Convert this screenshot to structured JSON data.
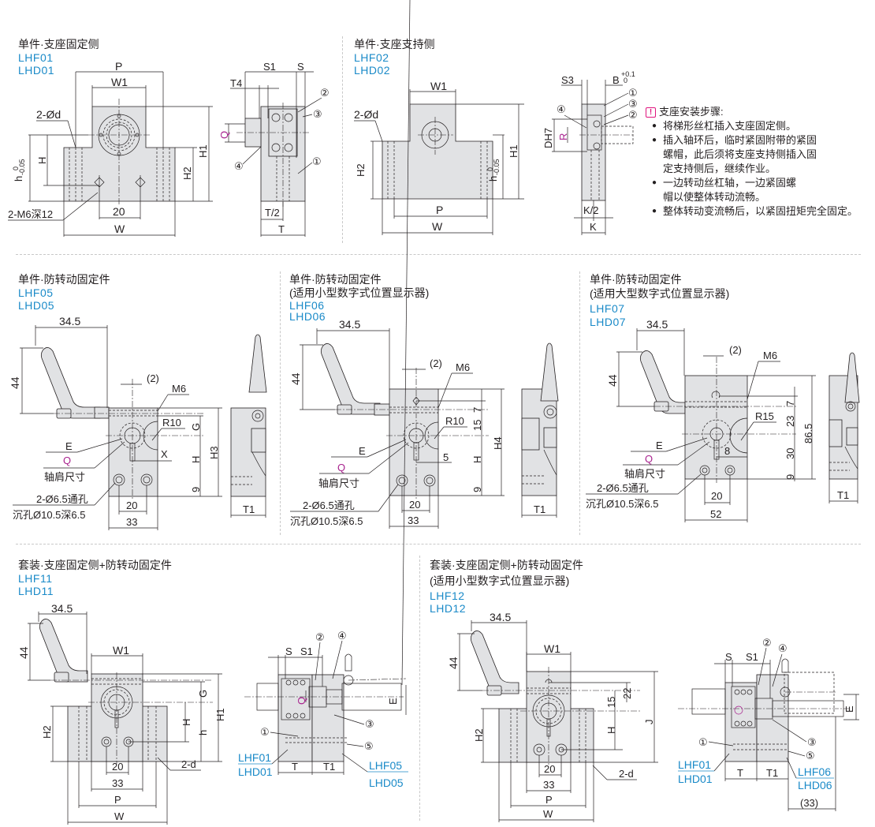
{
  "panels": {
    "lhf01": {
      "title": "单件·支座固定侧",
      "codes": [
        "LHF01",
        "LHD01"
      ],
      "labels": {
        "P": "P",
        "W1": "W1",
        "d": "2-Ød",
        "h": "h",
        "h_tol_upper": "0",
        "h_tol_lower": "-0.05",
        "H": "H",
        "H1": "H1",
        "H2": "H2",
        "tap": "2-M6深12",
        "pitch": "20",
        "W": "W",
        "S1": "S1",
        "S": "S",
        "T4": "T4",
        "Q": "Q",
        "T_half": "T/2",
        "T": "T",
        "parts": [
          "①",
          "②",
          "③",
          "④"
        ]
      }
    },
    "lhf02": {
      "title": "单件·支座支持侧",
      "codes": [
        "LHF02",
        "LHD02"
      ],
      "labels": {
        "W1": "W1",
        "d": "2-Ød",
        "H2": "H2",
        "h": "h",
        "h_tol_upper": "0",
        "h_tol_lower": "-0.05",
        "H1": "H1",
        "P": "P",
        "W": "W",
        "S3": "S3",
        "B": "B",
        "B_tol_upper": "+0.1",
        "B_tol_lower": "0",
        "D": "DH7",
        "R": "R",
        "K_half": "K/2",
        "K": "K",
        "parts": [
          "①",
          "③",
          "②",
          "④"
        ]
      }
    },
    "notes": {
      "heading": "支座安装步骤:",
      "steps": [
        "将梯形丝杠插入支座固定侧。",
        "插入轴环后，临时紧固附带的紧固螺帽，此后须将支座支持侧插入固定支持侧后，继续作业。",
        "一边转动丝杠轴，一边紧固螺帽以使整体转动流畅。",
        "整体转动变流畅后，以紧固扭矩完全固定。"
      ]
    },
    "lhf05": {
      "title": "单件·防转动固定件",
      "codes": [
        "LHF05",
        "LHD05"
      ],
      "labels": {
        "lever_w": "34.5",
        "lever_h": "44",
        "gap": "(2)",
        "M6": "M6",
        "R": "R10",
        "G": "G",
        "E": "E",
        "Q": "Q",
        "shoulder": "轴肩尺寸",
        "X": "X",
        "H": "H",
        "H3": "H3",
        "nine": "9",
        "holes": "2-Ø6.5通孔",
        "cbore": "沉孔Ø10.5深6.5",
        "pitch": "20",
        "width": "33",
        "T1": "T1"
      }
    },
    "lhf06": {
      "title": "单件·防转动固定件",
      "subtitle": "(适用小型数字式位置显示器)",
      "codes": [
        "LHF06",
        "LHD06"
      ],
      "labels": {
        "lever_w": "34.5",
        "lever_h": "44",
        "gap": "(2)",
        "M6": "M6",
        "seven": "7",
        "fifteen": "15",
        "R": "R10",
        "E": "E",
        "Q": "Q",
        "shoulder": "轴肩尺寸",
        "five": "5",
        "H": "H",
        "H4": "H4",
        "nine": "9",
        "holes": "2-Ø6.5通孔",
        "cbore": "沉孔Ø10.5深6.5",
        "pitch": "20",
        "width": "33",
        "T1": "T1"
      }
    },
    "lhf07": {
      "title": "单件·防转动固定件",
      "subtitle": "(适用大型数字式位置显示器)",
      "codes": [
        "LHF07",
        "LHD07"
      ],
      "labels": {
        "lever_w": "34.5",
        "lever_h": "44",
        "gap": "(2)",
        "M6": "M6",
        "seven": "7",
        "twentythree": "23",
        "R": "R15",
        "total": "86.5",
        "E": "E",
        "Q": "Q",
        "shoulder": "轴肩尺寸",
        "eight": "8",
        "thirty": "30",
        "nine": "9",
        "holes": "2-Ø6.5通孔",
        "cbore": "沉孔Ø10.5深6.5",
        "pitch": "20",
        "width": "52",
        "T1": "T1"
      }
    },
    "lhf11": {
      "title": "套装·支座固定侧+防转动固定件",
      "codes": [
        "LHF11",
        "LHD11"
      ],
      "labels": {
        "lever_w": "34.5",
        "lever_h": "44",
        "W1": "W1",
        "G": "G",
        "H": "H",
        "h": "h",
        "H1": "H1",
        "H2": "H2",
        "pitch": "20",
        "width33": "33",
        "d": "2-d",
        "P": "P",
        "W": "W",
        "S": "S",
        "S1": "S1",
        "Q": "Q",
        "E": "E",
        "T": "T",
        "T1": "T1",
        "parts": [
          "①",
          "②",
          "③",
          "④",
          "⑤"
        ],
        "code_a": [
          "LHF01",
          "LHD01"
        ],
        "code_b": [
          "LHF05",
          "LHD05"
        ]
      }
    },
    "lhf12": {
      "title": "套装·支座固定侧+防转动固定件",
      "subtitle": "(适用小型数字式位置显示器)",
      "codes": [
        "LHF12",
        "LHD12"
      ],
      "labels": {
        "lever_w": "34.5",
        "lever_h": "44",
        "W1": "W1",
        "fifteen": "15",
        "twentytwo": "22",
        "H": "H",
        "J": "J",
        "H2": "H2",
        "pitch": "20",
        "width33": "33",
        "d": "2-d",
        "P": "P",
        "W": "W",
        "S": "S",
        "S1": "S1",
        "Q": "Q",
        "E": "E",
        "T": "T",
        "T1": "T1",
        "ref33": "(33)",
        "parts": [
          "①",
          "②",
          "③",
          "④",
          "⑤"
        ],
        "code_a": [
          "LHF01",
          "LHD01"
        ],
        "code_b": [
          "LHF06",
          "LHD06"
        ]
      }
    }
  },
  "colors": {
    "code_blue": "#1a8ac8",
    "highlight_magenta": "#a8228e",
    "warning_pink": "#e0157e",
    "part_fill": "#e1e2e4"
  }
}
